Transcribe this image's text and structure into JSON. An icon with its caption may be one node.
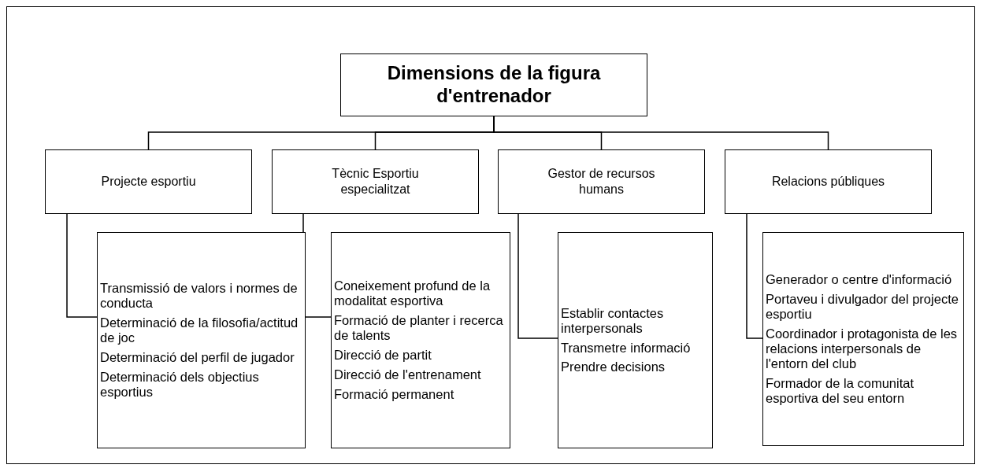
{
  "diagram": {
    "nodes": [
      {
        "text": [
          "Dimensions de la figura d'entrenador"
        ]
      },
      {
        "text": [
          "Projecte esportiu"
        ]
      },
      {
        "text": [
          "Tècnic Esportiu especialitzat"
        ]
      },
      {
        "text": [
          "Gestor de recursos humans"
        ]
      },
      {
        "text": [
          "Relacions públiques"
        ]
      },
      {
        "text": [
          "Transmissió de valors i normes de conducta",
          "Determinació de la filosofia/actitud de joc",
          "Determinació del perfil de jugador",
          "Determinació dels objectius esportius"
        ]
      },
      {
        "text": [
          "Coneixement profund de la modalitat esportiva",
          "Formació de planter i recerca de talents",
          "Direcció de partit",
          "Direcció de l'entrenament",
          "Formació permanent"
        ]
      },
      {
        "text": [
          "Establir contactes interpersonals",
          "Transmetre informació",
          "Prendre decisions"
        ]
      },
      {
        "text": [
          "Generador o centre d'informació",
          "Portaveu i divulgador del projecte esportiu",
          "Coordinador i protagonista de les relacions interpersonals de l'entorn del club",
          "Formador de la comunitat esportiva del seu entorn"
        ]
      }
    ],
    "edges": [
      {
        "from": 0,
        "to": 1,
        "arrow": "none"
      },
      {
        "from": 0,
        "to": 2,
        "arrow": "none"
      },
      {
        "from": 0,
        "to": 3,
        "arrow": "none"
      },
      {
        "from": 0,
        "to": 4,
        "arrow": "none"
      },
      {
        "from": 1,
        "to": 5,
        "arrow": "none"
      },
      {
        "from": 2,
        "to": 6,
        "arrow": "none"
      },
      {
        "from": 3,
        "to": 7,
        "arrow": "none"
      },
      {
        "from": 4,
        "to": 8,
        "arrow": "none"
      }
    ]
  }
}
